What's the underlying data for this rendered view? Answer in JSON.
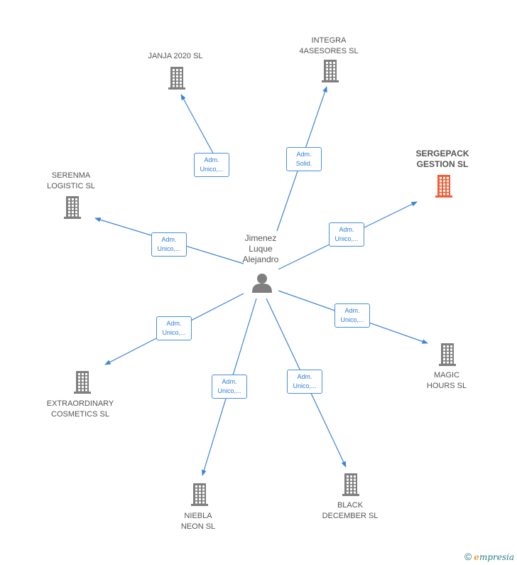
{
  "center": {
    "name": "Jimenez\nLuque\nAlejandro",
    "icon": "person-icon"
  },
  "colors": {
    "edge": "#3c84d6",
    "building": "#7f7f7f",
    "highlight": "#f0603a",
    "person": "#7f7f7f"
  },
  "nodes": [
    {
      "id": "janja",
      "name": "JANJA 2020  SL",
      "role": "Adm.\nUnico,...",
      "highlight": false
    },
    {
      "id": "integra",
      "name": "INTEGRA\n4ASESORES  SL",
      "role": "Adm.\nSolid.",
      "highlight": false
    },
    {
      "id": "sergepack",
      "name": "SERGEPACK\nGESTION  SL",
      "role": "Adm.\nUnico,...",
      "highlight": true
    },
    {
      "id": "serenma",
      "name": "SERENMA\nLOGISTIC  SL",
      "role": "Adm.\nUnico,...",
      "highlight": false
    },
    {
      "id": "magic",
      "name": "MAGIC\nHOURS  SL",
      "role": "Adm.\nUnico,...",
      "highlight": false
    },
    {
      "id": "extra",
      "name": "EXTRAORDINARY\nCOSMETICS  SL",
      "role": "Adm.\nUnico,...",
      "highlight": false
    },
    {
      "id": "niebla",
      "name": "NIEBLA\nNEON  SL",
      "role": "Adm.\nUnico,...",
      "highlight": false
    },
    {
      "id": "black",
      "name": "BLACK\nDECEMBER  SL",
      "role": "Adm.\nUnico,...",
      "highlight": false
    }
  ],
  "footer": {
    "symbol": "©",
    "brand_initial": "e",
    "brand_rest": "mpresia"
  }
}
